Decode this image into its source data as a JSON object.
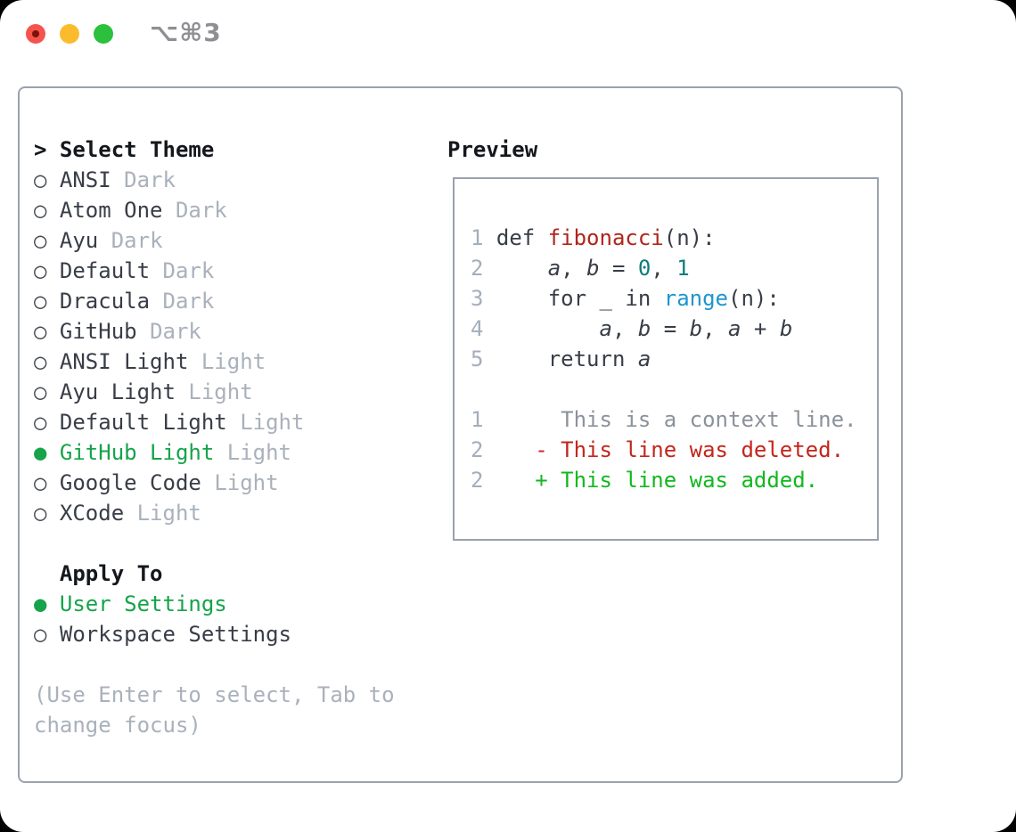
{
  "window": {
    "shortcut_label": "⌥⌘3"
  },
  "left": {
    "header": {
      "prefix": ">",
      "label": "Select Theme"
    },
    "themes": [
      {
        "prefix": "○",
        "name": "ANSI",
        "tag": "Dark",
        "selected": false
      },
      {
        "prefix": "○",
        "name": "Atom One",
        "tag": "Dark",
        "selected": false
      },
      {
        "prefix": "○",
        "name": "Ayu",
        "tag": "Dark",
        "selected": false
      },
      {
        "prefix": "○",
        "name": "Default",
        "tag": "Dark",
        "selected": false
      },
      {
        "prefix": "○",
        "name": "Dracula",
        "tag": "Dark",
        "selected": false
      },
      {
        "prefix": "○",
        "name": "GitHub",
        "tag": "Dark",
        "selected": false
      },
      {
        "prefix": "○",
        "name": "ANSI Light",
        "tag": "Light",
        "selected": false
      },
      {
        "prefix": "○",
        "name": "Ayu Light",
        "tag": "Light",
        "selected": false
      },
      {
        "prefix": "○",
        "name": "Default Light",
        "tag": "Light",
        "selected": false
      },
      {
        "prefix": "●",
        "name": "GitHub Light",
        "tag": "Light",
        "selected": true
      },
      {
        "prefix": "○",
        "name": "Google Code",
        "tag": "Light",
        "selected": false
      },
      {
        "prefix": "○",
        "name": "XCode",
        "tag": "Light",
        "selected": false
      }
    ],
    "apply_to": {
      "label": "Apply To",
      "options": [
        {
          "prefix": "●",
          "name": "User Settings",
          "selected": true
        },
        {
          "prefix": "○",
          "name": "Workspace Settings",
          "selected": false
        }
      ]
    },
    "hint": "(Use Enter to select, Tab to change focus)"
  },
  "preview": {
    "label": "Preview",
    "code_lines": [
      [
        {
          "t": "1",
          "c": "ln"
        },
        {
          "t": " def ",
          "c": ""
        },
        {
          "t": "fibonacci",
          "c": "fn"
        },
        {
          "t": "(n):",
          "c": ""
        }
      ],
      [
        {
          "t": "2",
          "c": "ln"
        },
        {
          "t": "     ",
          "c": ""
        },
        {
          "t": "a",
          "c": "var"
        },
        {
          "t": ", ",
          "c": ""
        },
        {
          "t": "b",
          "c": "var"
        },
        {
          "t": " = ",
          "c": ""
        },
        {
          "t": "0",
          "c": "num"
        },
        {
          "t": ", ",
          "c": ""
        },
        {
          "t": "1",
          "c": "num"
        }
      ],
      [
        {
          "t": "3",
          "c": "ln"
        },
        {
          "t": "     for _ in ",
          "c": ""
        },
        {
          "t": "range",
          "c": "call"
        },
        {
          "t": "(n):",
          "c": ""
        }
      ],
      [
        {
          "t": "4",
          "c": "ln"
        },
        {
          "t": "         ",
          "c": ""
        },
        {
          "t": "a",
          "c": "var"
        },
        {
          "t": ", ",
          "c": ""
        },
        {
          "t": "b",
          "c": "var"
        },
        {
          "t": " = ",
          "c": ""
        },
        {
          "t": "b",
          "c": "var"
        },
        {
          "t": ", ",
          "c": ""
        },
        {
          "t": "a",
          "c": "var"
        },
        {
          "t": " + ",
          "c": ""
        },
        {
          "t": "b",
          "c": "var"
        }
      ],
      [
        {
          "t": "5",
          "c": "ln"
        },
        {
          "t": "     return ",
          "c": ""
        },
        {
          "t": "a",
          "c": "var"
        }
      ],
      [],
      [
        {
          "t": "1",
          "c": "ln"
        },
        {
          "t": "      ",
          "c": ""
        },
        {
          "t": "This is a context line.",
          "c": "ctx"
        }
      ],
      [
        {
          "t": "2",
          "c": "ln"
        },
        {
          "t": "    ",
          "c": ""
        },
        {
          "t": "- This line was deleted.",
          "c": "del"
        }
      ],
      [
        {
          "t": "2",
          "c": "ln"
        },
        {
          "t": "    ",
          "c": ""
        },
        {
          "t": "+ This line was added.",
          "c": "add"
        }
      ]
    ]
  },
  "colors": {
    "accent_green": "#16a34a",
    "added_green": "#12b81f",
    "deleted_red": "#c3261c",
    "function_red": "#b0251c",
    "number_teal": "#0d7d7d",
    "builtin_blue": "#1e95d0",
    "muted_gray": "#a9b1bc",
    "text_dark": "#383d47",
    "border_gray": "#99a2ad",
    "traffic_red": "#f5544d",
    "traffic_yellow": "#fcbb2d",
    "traffic_green": "#2bc13c"
  }
}
